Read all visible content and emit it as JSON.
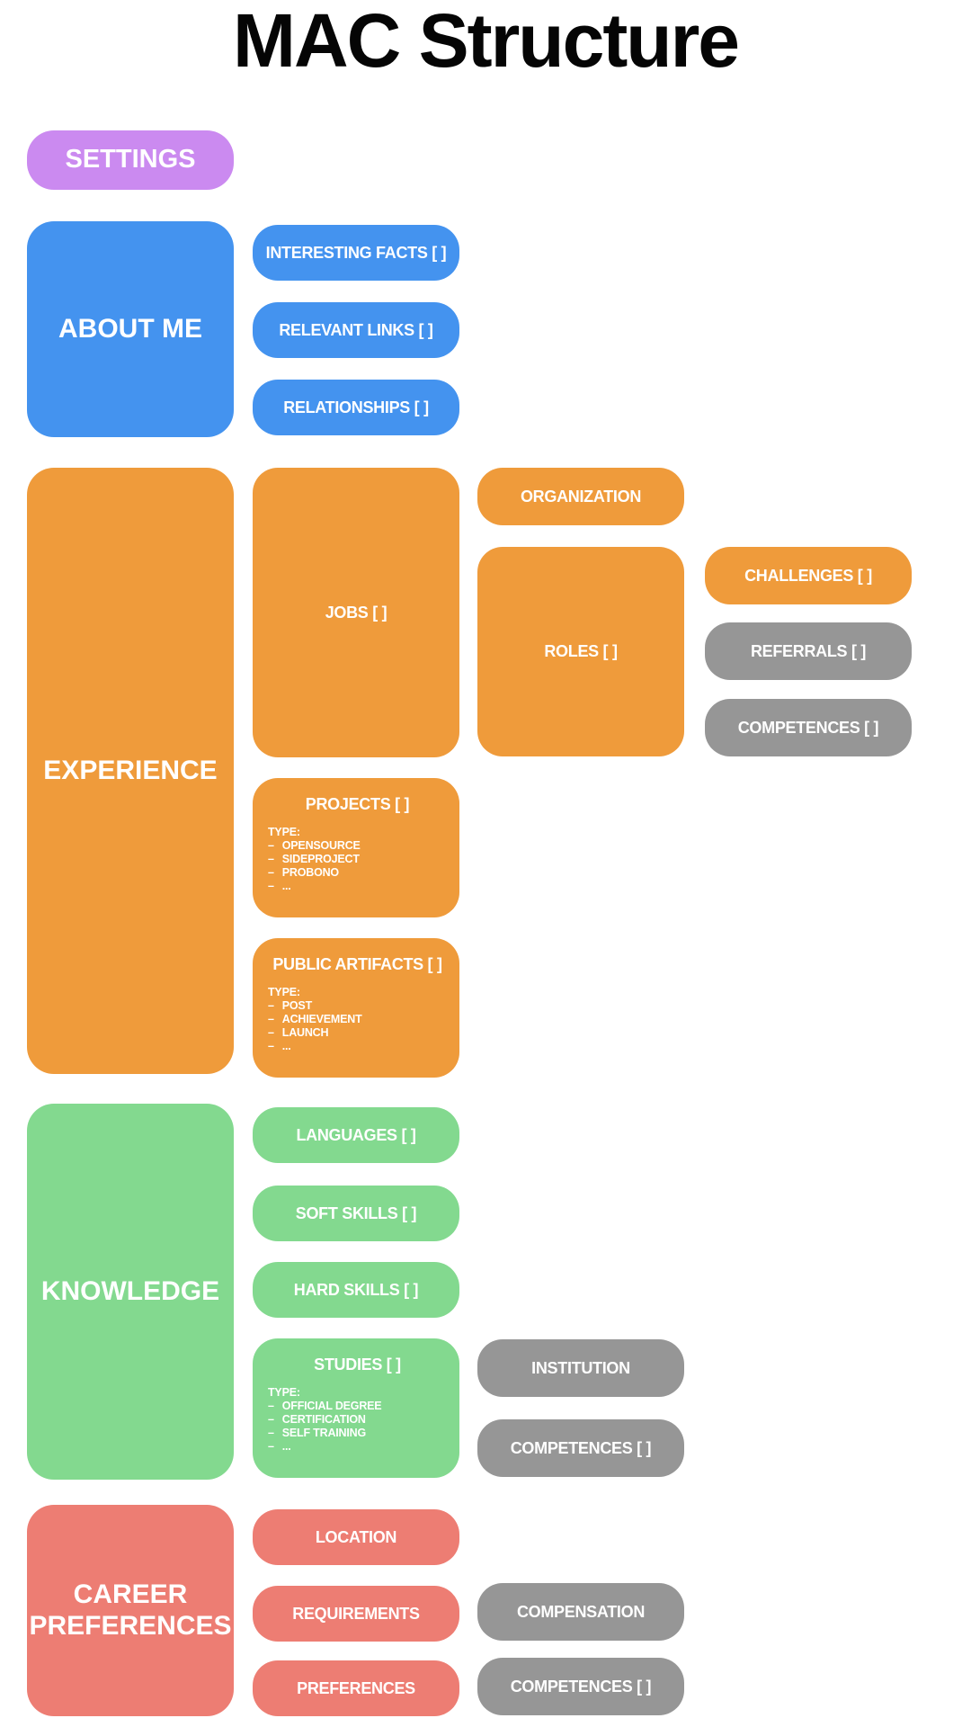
{
  "title": "MAC Structure",
  "palette": {
    "purple": "#cb8af0",
    "blue": "#4493ef",
    "orange": "#ef9b3b",
    "green": "#83d98f",
    "salmon": "#ed7d73",
    "gray": "#969696",
    "label_text": "#ffffff",
    "title_text": "#050505"
  },
  "settings": {
    "label": "SETTINGS"
  },
  "about_me": {
    "label": "ABOUT ME",
    "interesting_facts": "INTERESTING FACTS [ ]",
    "relevant_links": "RELEVANT LINKS [ ]",
    "relationships": "RELATIONSHIPS [ ]"
  },
  "experience": {
    "label": "EXPERIENCE",
    "jobs": "JOBS [ ]",
    "organization": "ORGANIZATION",
    "roles": "ROLES [ ]",
    "challenges": "CHALLENGES [ ]",
    "referrals": "REFERRALS [ ]",
    "competences": "COMPETENCES [ ]",
    "projects": {
      "label": "PROJECTS [ ]",
      "type_heading": "TYPE:",
      "types": [
        "OPENSOURCE",
        "SIDEPROJECT",
        "PROBONO",
        "..."
      ]
    },
    "public_artifacts": {
      "label": "PUBLIC ARTIFACTS [ ]",
      "type_heading": "TYPE:",
      "types": [
        "POST",
        "ACHIEVEMENT",
        "LAUNCH",
        "..."
      ]
    }
  },
  "knowledge": {
    "label": "KNOWLEDGE",
    "languages": "LANGUAGES [ ]",
    "soft_skills": "SOFT SKILLS [ ]",
    "hard_skills": "HARD SKILLS [ ]",
    "studies": {
      "label": "STUDIES [ ]",
      "type_heading": "TYPE:",
      "types": [
        "OFFICIAL DEGREE",
        "CERTIFICATION",
        "SELF TRAINING",
        "..."
      ]
    },
    "institution": "INSTITUTION",
    "competences": "COMPETENCES [ ]"
  },
  "career_preferences": {
    "label": "CAREER PREFERENCES",
    "location": "LOCATION",
    "requirements": "REQUIREMENTS",
    "preferences": "PREFERENCES",
    "compensation": "COMPENSATION",
    "competences": "COMPETENCES [ ]"
  }
}
